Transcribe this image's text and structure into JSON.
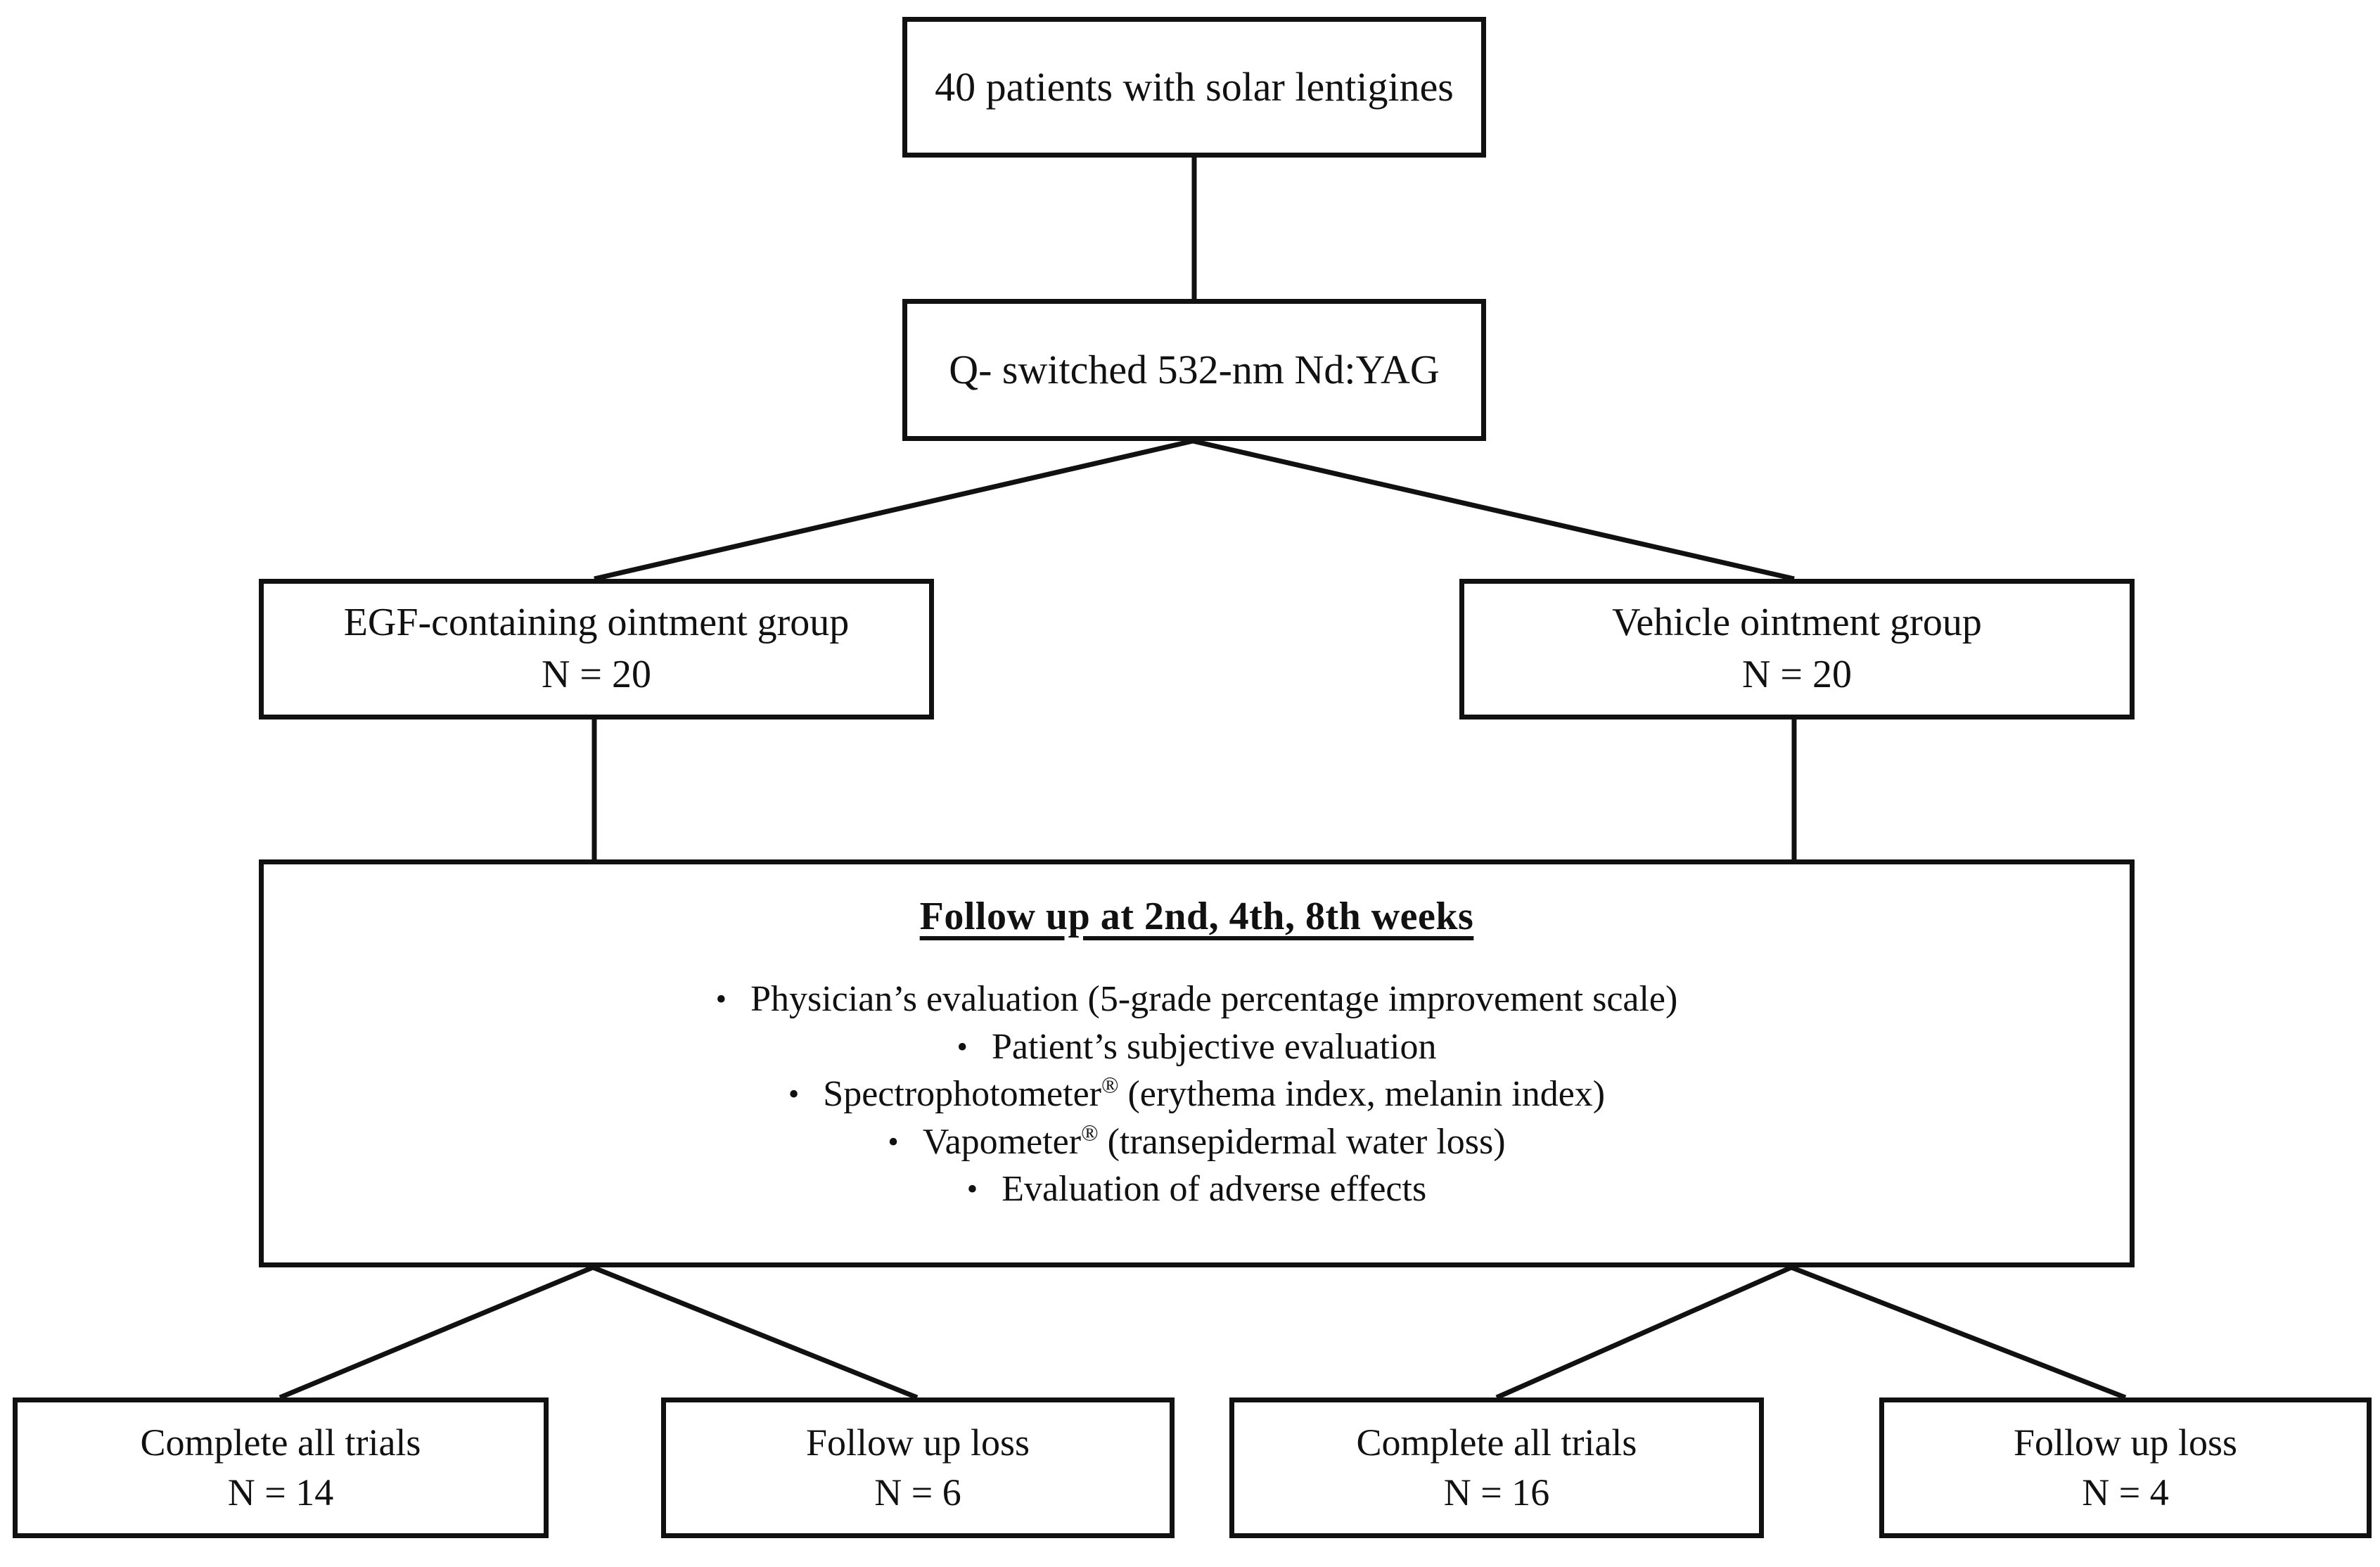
{
  "diagram": {
    "type": "flowchart",
    "title": "CONSORT-style participant flow diagram",
    "nodes": {
      "enrollment": {
        "line1": "40 patients with solar lentigines"
      },
      "laser": {
        "line1": "Q- switched 532-nm Nd:YAG"
      },
      "egf_group": {
        "line1": "EGF-containing ointment group",
        "line2": "N = 20"
      },
      "vehicle_group": {
        "line1": "Vehicle ointment group",
        "line2": "N = 20"
      },
      "followup": {
        "title": "Follow up at 2nd, 4th, 8th weeks",
        "bullet_marker": "•",
        "items": [
          {
            "pre": "Physician’s evaluation (5-grade percentage improvement scale)",
            "sup": "",
            "post": ""
          },
          {
            "pre": "Patient’s subjective evaluation",
            "sup": "",
            "post": ""
          },
          {
            "pre": "Spectrophotometer",
            "sup": "®",
            "post": " (erythema index, melanin index)"
          },
          {
            "pre": "Vapometer",
            "sup": "®",
            "post": " (transepidermal water loss)"
          },
          {
            "pre": "Evaluation of adverse effects",
            "sup": "",
            "post": ""
          }
        ]
      },
      "complete_egf": {
        "line1": "Complete all trials",
        "line2": "N = 14"
      },
      "loss_egf": {
        "line1": "Follow up loss",
        "line2": "N = 6"
      },
      "complete_vehicle": {
        "line1": "Complete all trials",
        "line2": "N = 16"
      },
      "loss_vehicle": {
        "line1": "Follow up loss",
        "line2": "N = 4"
      }
    },
    "colors": {
      "stroke": "#111111",
      "background": "#ffffff",
      "text": "#111111"
    }
  }
}
